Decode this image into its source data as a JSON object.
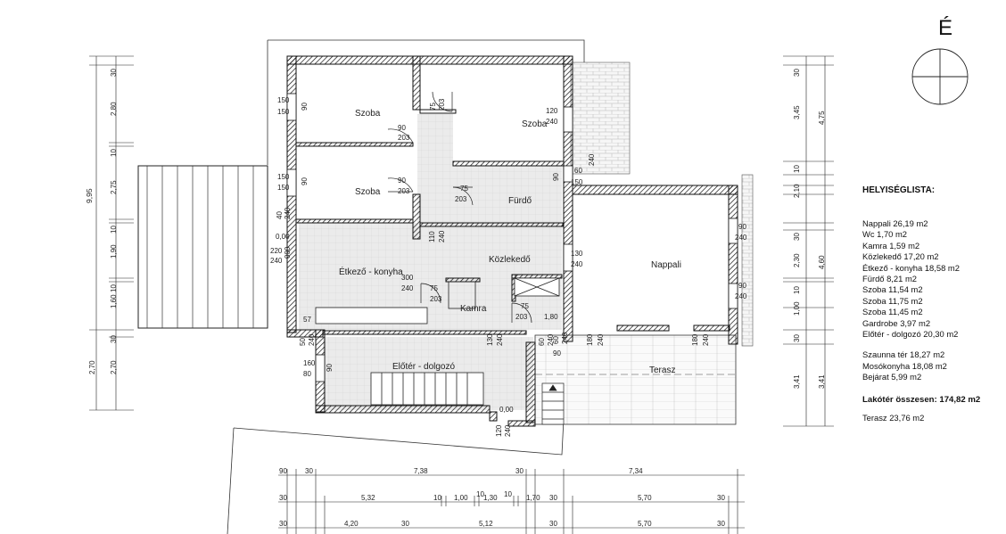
{
  "north_label": "É",
  "legend": {
    "title": "HELYISÉGLISTA:",
    "items": [
      "Nappali 26,19 m2",
      "Wc 1,70 m2",
      "Kamra 1,59 m2",
      "Közlekedő 17,20 m2",
      "Étkező - konyha 18,58 m2",
      "Fürdő 8,21 m2",
      "Szoba 11,54 m2",
      "Szoba 11,75 m2",
      "Szoba 11,45 m2",
      "Gardrobe 3,97 m2",
      "Előtér - dolgozó 20,30 m2"
    ],
    "items2": [
      "Szaunna tér 18,27 m2",
      "Mosókonyha 18,08 m2",
      "Bejárat 5,99 m2"
    ],
    "total": "Lakótér összesen: 174,82 m2",
    "terrace": "Terasz 23,76 m2"
  },
  "rooms": {
    "szoba1": "Szoba",
    "szoba2": "Szoba",
    "szoba3": "Szoba",
    "furdo": "Fürdő",
    "etkezo": "Étkező - konyha",
    "kozlekedo": "Közlekedő",
    "kamra": "Kamra",
    "nappali": "Nappali",
    "eloter": "Előtér - dolgozó",
    "terasz": "Terasz"
  },
  "left_dims": {
    "total": "9,95",
    "segments": [
      "30",
      "2,80",
      "10",
      "2,75",
      "10",
      "1,90",
      "10",
      "1,60",
      "30"
    ],
    "bottom_outer": "2,70",
    "bottom_inner": "2,70"
  },
  "right_dims": {
    "outer": [
      "4,75",
      "4,60",
      "3,41"
    ],
    "inner": [
      "30",
      "3,45",
      "10",
      "2,10",
      "30",
      "2,30",
      "10",
      "1,00",
      "30",
      "3,41"
    ]
  },
  "bottom_dims": {
    "row1": [
      "90",
      "30",
      "7,38",
      "30",
      "7,34"
    ],
    "row2": [
      "30",
      "5,32",
      "10",
      "1,00",
      "10",
      "1,30",
      "10",
      "1,70",
      "30",
      "5,70",
      "30"
    ],
    "row3": [
      "30",
      "4,20",
      "30",
      "5,12",
      "30",
      "5,70",
      "30"
    ]
  },
  "openings": {
    "szoba1_win": [
      "150",
      "150",
      "90"
    ],
    "szoba1_door": [
      "90",
      "203"
    ],
    "szoba2_win": [
      "150",
      "150",
      "90"
    ],
    "szoba2_door": [
      "90",
      "203"
    ],
    "corr_door1": [
      "75",
      "203"
    ],
    "corr_door2": [
      "75",
      "203"
    ],
    "szoba3_win": [
      "120",
      "240"
    ],
    "furdo_win": [
      "60",
      "240",
      "90",
      "150"
    ],
    "kitchen_small": [
      "40",
      "240",
      "0,00",
      "220",
      "240",
      "000"
    ],
    "kitchen_door": [
      "110",
      "240"
    ],
    "kozl_win": [
      "130",
      "240"
    ],
    "nappali_win1": [
      "90",
      "240"
    ],
    "nappali_win2": [
      "90",
      "240"
    ],
    "kitchen_300": [
      "300",
      "240"
    ],
    "kamra_door": [
      "75",
      "203"
    ],
    "wc_door": [
      "75",
      "203",
      "1,80"
    ],
    "kitchen_57": "57",
    "entry_50": [
      "50",
      "240"
    ],
    "mid_130": [
      "130",
      "240"
    ],
    "mid_60": [
      "60",
      "240"
    ],
    "mid_60b": [
      "60",
      "240",
      "90"
    ],
    "nappali_180a": [
      "180",
      "240"
    ],
    "nappali_180b": [
      "180",
      "240"
    ],
    "eloter_win": [
      "160",
      "80",
      "90"
    ],
    "floor_level": "0,00",
    "bottom_door": [
      "120",
      "240"
    ]
  }
}
